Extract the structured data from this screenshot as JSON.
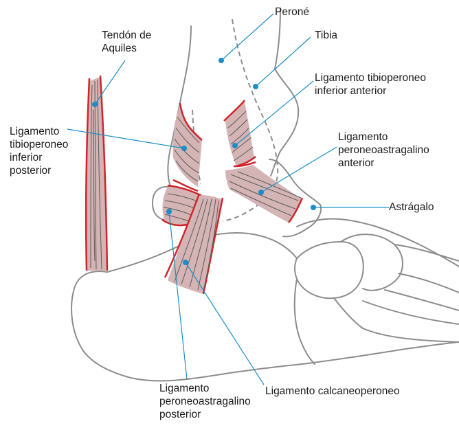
{
  "colors": {
    "bone_outline": "#8c8c8c",
    "ligament_fill": "#d4b4b4",
    "ligament_edge": "#d0242a",
    "fiber": "#5a5a5a",
    "leader": "#1b8ec8",
    "text": "#1a1a1a"
  },
  "labels": {
    "perone": [
      "Peroné"
    ],
    "tibia": [
      "Tibia"
    ],
    "aquiles": [
      "Tendón de",
      "Aquiles"
    ],
    "tib_ant": [
      "Ligamento tibioperoneo",
      "inferior anterior"
    ],
    "tib_post": [
      "Ligamento",
      "tibioperoneo",
      "inferior",
      "posterior"
    ],
    "pa_ant": [
      "Ligamento",
      "peroneoastragalino",
      "anterior"
    ],
    "astragalo": [
      "Astrágalo"
    ],
    "calcaneo": [
      "Ligamento calcaneoperoneo"
    ],
    "pa_post": [
      "Ligamento",
      "peroneoastragalino",
      "posterior"
    ]
  }
}
